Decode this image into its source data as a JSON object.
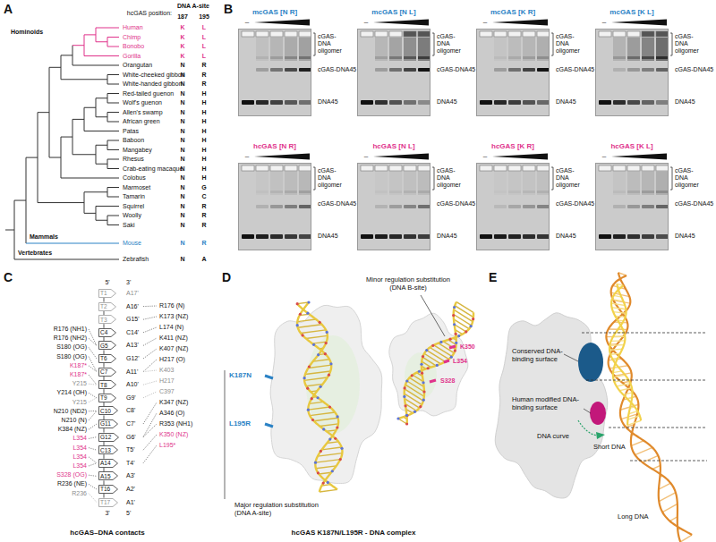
{
  "diagram": {
    "nodes": [
      {
        "text": [
          "mcGAS [N R]"
        ]
      },
      {
        "text": [
          "mcGAS [N L]"
        ]
      },
      {
        "text": [
          "mcGAS [K R]"
        ]
      },
      {
        "text": [
          "mcGAS [K L]"
        ]
      },
      {
        "text": [
          "hcGAS [N R]"
        ]
      },
      {
        "text": [
          "hcGAS [N L]"
        ]
      },
      {
        "text": [
          "hcGAS [K R]"
        ]
      },
      {
        "text": [
          "hcGAS [K L]"
        ]
      },
      {
        "text": [
          "T1"
        ]
      },
      {
        "text": [
          "T2"
        ]
      },
      {
        "text": [
          "T3"
        ]
      },
      {
        "text": [
          "C4"
        ]
      },
      {
        "text": [
          "G5"
        ]
      },
      {
        "text": [
          "T6"
        ]
      },
      {
        "text": [
          "C7"
        ]
      },
      {
        "text": [
          "T8"
        ]
      },
      {
        "text": [
          "T9"
        ]
      },
      {
        "text": [
          "C10"
        ]
      },
      {
        "text": [
          "G11"
        ]
      },
      {
        "text": [
          "G12"
        ]
      },
      {
        "text": [
          "C13"
        ]
      },
      {
        "text": [
          "A14"
        ]
      },
      {
        "text": [
          "A15"
        ]
      },
      {
        "text": [
          "T16"
        ]
      },
      {
        "text": [
          "T17"
        ]
      }
    ],
    "edges": [
      {
        "from": 8,
        "to": 9,
        "arrow": "none"
      },
      {
        "from": 9,
        "to": 10,
        "arrow": "none"
      },
      {
        "from": 10,
        "to": 11,
        "arrow": "none"
      },
      {
        "from": 11,
        "to": 12,
        "arrow": "none"
      },
      {
        "from": 12,
        "to": 13,
        "arrow": "none"
      },
      {
        "from": 13,
        "to": 14,
        "arrow": "none"
      },
      {
        "from": 14,
        "to": 15,
        "arrow": "none"
      },
      {
        "from": 15,
        "to": 16,
        "arrow": "none"
      },
      {
        "from": 16,
        "to": 17,
        "arrow": "none"
      },
      {
        "from": 17,
        "to": 18,
        "arrow": "none"
      },
      {
        "from": 18,
        "to": 19,
        "arrow": "none"
      },
      {
        "from": 19,
        "to": 20,
        "arrow": "none"
      },
      {
        "from": 20,
        "to": 21,
        "arrow": "none"
      },
      {
        "from": 21,
        "to": 22,
        "arrow": "none"
      },
      {
        "from": 22,
        "to": 23,
        "arrow": "none"
      },
      {
        "from": 23,
        "to": 24,
        "arrow": "none"
      }
    ],
    "labels": [
      "A",
      "hcGAS position:",
      "DNA A-site",
      "187",
      "195",
      "Human",
      "K",
      "L",
      "Chimp",
      "K",
      "L",
      "Bonobo",
      "K",
      "L",
      "Gorilla",
      "K",
      "L",
      "Orangutan",
      "N",
      "R",
      "White-cheeked gibbon",
      "N",
      "R",
      "White-handed gibbon",
      "N",
      "R",
      "Red-tailed guenon",
      "N",
      "H",
      "Wolf's guenon",
      "N",
      "H",
      "Allen's swamp",
      "N",
      "H",
      "African green",
      "N",
      "H",
      "Patas",
      "N",
      "H",
      "Baboon",
      "N",
      "H",
      "Mangabey",
      "N",
      "H",
      "Rhesus",
      "N",
      "H",
      "Crab-eating macaque",
      "N",
      "H",
      "Colobus",
      "N",
      "H",
      "Marmoset",
      "N",
      "G",
      "Tamarin",
      "N",
      "C",
      "Squirrel",
      "N",
      "R",
      "Woolly",
      "N",
      "R",
      "Saki",
      "N",
      "R",
      "Mouse",
      "N",
      "R",
      "Zebrafish",
      "N",
      "A",
      "Hominoids",
      "Mammals",
      "Vertebrates",
      "B",
      "–",
      "cGAS-DNA oligomer",
      "cGAS-DNA45",
      "DNA45",
      "–",
      "cGAS-DNA oligomer",
      "cGAS-DNA45",
      "DNA45",
      "–",
      "cGAS-DNA oligomer",
      "cGAS-DNA45",
      "DNA45",
      "–",
      "cGAS-DNA oligomer",
      "cGAS-DNA45",
      "DNA45",
      "–",
      "cGAS-DNA oligomer",
      "cGAS-DNA45",
      "DNA45",
      "–",
      "cGAS-DNA oligomer",
      "cGAS-DNA45",
      "DNA45",
      "–",
      "cGAS-DNA oligomer",
      "cGAS-DNA45",
      "DNA45",
      "–",
      "cGAS-DNA oligomer",
      "cGAS-DNA45",
      "DNA45",
      "C",
      "5'",
      "3'",
      "3'",
      "A17'",
      "A16'",
      "G15'",
      "C14'",
      "A13'",
      "G12'",
      "A11'",
      "A10'",
      "G9'",
      "C8'",
      "C7'",
      "G6'",
      "T5'",
      "T4'",
      "A3'",
      "A2'",
      "A1'",
      "5'",
      "R176 (NH1)",
      "R176 (NH2)",
      "S180 (OG)",
      "S180 (OG)",
      "K187*",
      "K187*",
      "Y215",
      "Y214 (OH)",
      "Y215",
      "N210 (ND2)",
      "N210 (N)",
      "K384 (NZ)",
      "L354",
      "L354",
      "L354",
      "L354",
      "S328 (OG)",
      "R236 (NE)",
      "R236",
      "R176 (N)",
      "K173 (NZ)",
      "L174 (N)",
      "K411 (NZ)",
      "K407 (NZ)",
      "H217 (O)",
      "K403",
      "H217",
      "C397",
      "K347 (NZ)",
      "A346 (O)",
      "R353 (NH1)",
      "K350 (NZ)",
      "L195*",
      "hcGAS–DNA contacts",
      "D",
      "Minor regulation substitution (DNA B-site)",
      "K350",
      "L354",
      "S328",
      "K187N",
      "L195R",
      "Major regulation substitution (DNA A-site)",
      "hcGAS K187N/L195R - DNA complex",
      "E",
      "Conserved DNA-binding surface",
      "Human modified DNA-binding surface",
      "DNA curve",
      "Short DNA",
      "Long DNA"
    ]
  }
}
